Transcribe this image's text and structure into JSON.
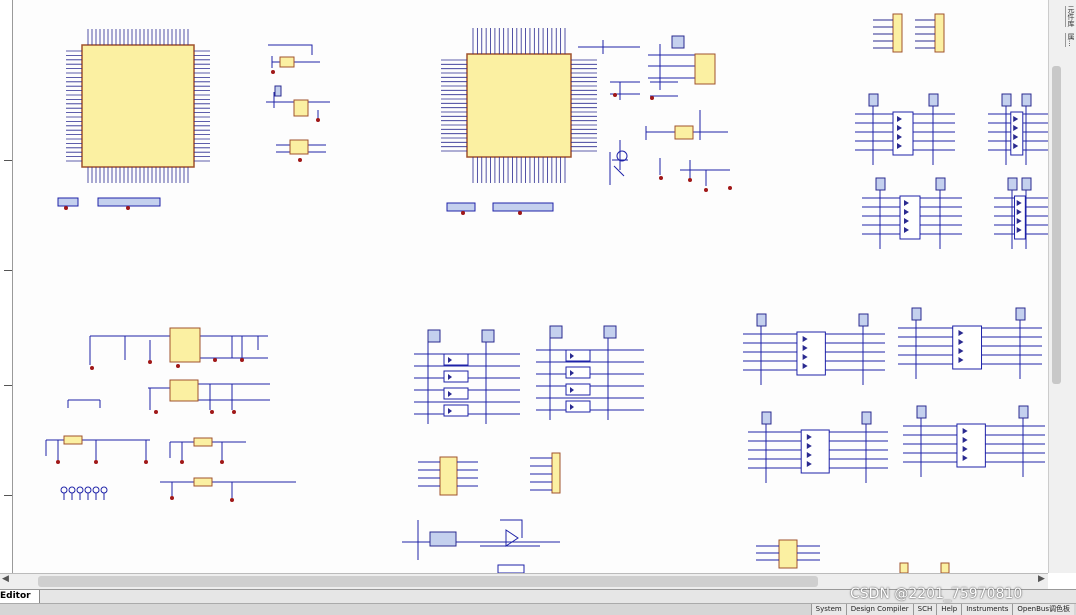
{
  "document": {
    "editor_tab": "Editor",
    "right_tabs": [
      "元件库",
      "属..."
    ]
  },
  "status_panels": [
    "System",
    "Design Compiler",
    "SCH",
    "Help",
    "Instruments",
    "OpenBus调色板"
  ],
  "watermark": "CSDN @2201_75970810",
  "colors": {
    "chip_fill": "#fbf0a2",
    "chip_border": "#a0522d",
    "wire": "#1e22a8",
    "pin": "#2a2a90",
    "ground": "#a01818",
    "connector_fill": "#c4d0ee"
  }
}
